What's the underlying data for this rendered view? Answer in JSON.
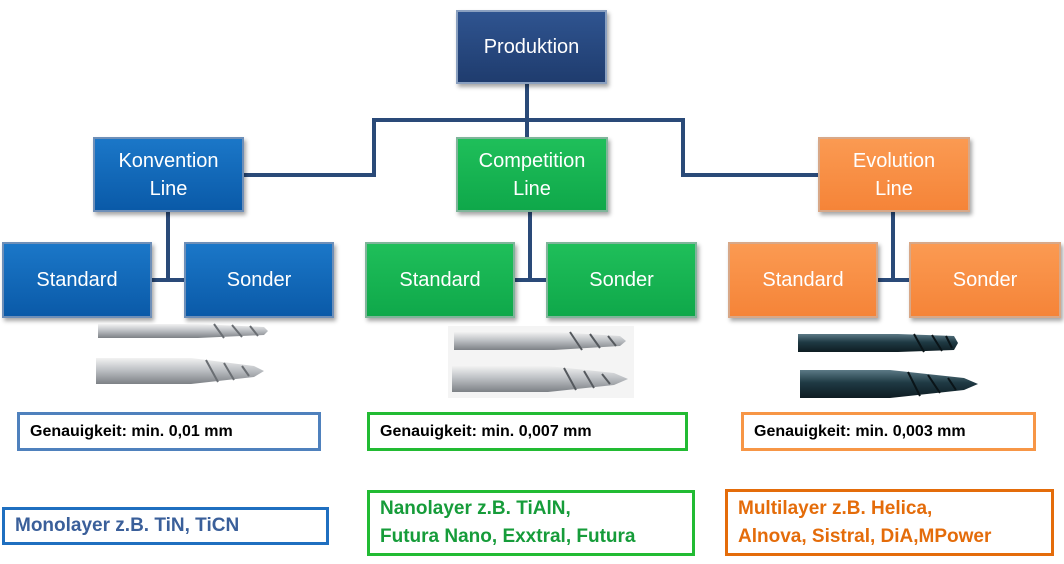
{
  "root": {
    "label": "Produktion"
  },
  "lines": [
    {
      "label": "Konvention\nLine",
      "standard": "Standard",
      "sonder": "Sonder",
      "accuracy": "Genauigkeit:  min. 0,01 mm",
      "material": "Monolayer   z.B. TiN, TiCN",
      "color": "#1a6fc0"
    },
    {
      "label": "Competition\nLine",
      "standard": "Standard",
      "sonder": "Sonder",
      "accuracy": "Genauigkeit:  min. 0,007 mm",
      "material": "Nanolayer   z.B. TiAlN,\nFutura  Nano,  Exxtral,  Futura",
      "color": "#16b04e"
    },
    {
      "label": "Evolution\nLine",
      "standard": "Standard",
      "sonder": "Sonder",
      "accuracy": "Genauigkeit:  min. 0,003 mm",
      "material": "Multilayer   z.B.  Helica,\nAlnova,  Sistral,  DiA,MPower",
      "color": "#f07d2e"
    }
  ],
  "colors": {
    "connector": "#2a4a78",
    "blue_border": "#4f81bd",
    "green_border": "#22bb33",
    "orange_border": "#f79646",
    "blue_text": "#3a5f9a",
    "green_text": "#169c3a",
    "orange_text": "#e46c0a"
  }
}
